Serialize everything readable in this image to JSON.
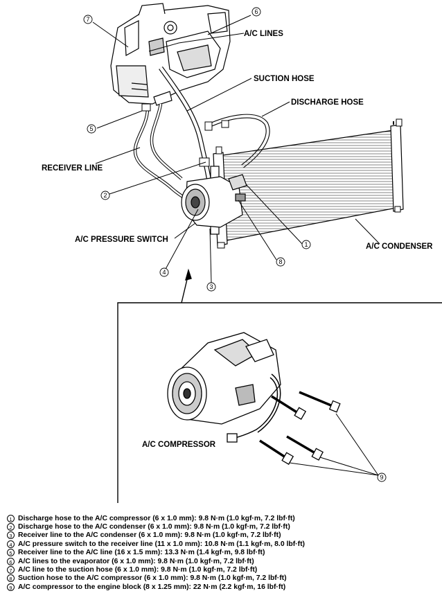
{
  "labels": {
    "ac_lines": "A/C LINES",
    "suction_hose": "SUCTION HOSE",
    "discharge_hose": "DISCHARGE HOSE",
    "receiver_line": "RECEIVER LINE",
    "ac_pressure_switch": "A/C PRESSURE SWITCH",
    "ac_condenser": "A/C CONDENSER",
    "ac_compressor": "A/C COMPRESSOR"
  },
  "callouts": [
    "1",
    "2",
    "3",
    "4",
    "5",
    "6",
    "7",
    "8",
    "9"
  ],
  "legend": [
    {
      "num": "1",
      "text": "Discharge hose to the A/C compressor (6 x 1.0 mm): 9.8 N·m (1.0 kgf·m, 7.2 lbf·ft)"
    },
    {
      "num": "2",
      "text": "Discharge hose to the A/C condenser (6 x 1.0 mm): 9.8 N·m (1.0 kgf·m, 7.2 lbf·ft)"
    },
    {
      "num": "3",
      "text": "Receiver line to the A/C condenser (6 x 1.0 mm): 9.8 N·m (1.0 kgf·m, 7.2 lbf·ft)"
    },
    {
      "num": "4",
      "text": "A/C pressure switch to the receiver line (11 x 1.0 mm): 10.8 N·m (1.1 kgf·m, 8.0 lbf·ft)"
    },
    {
      "num": "5",
      "text": "Receiver line to the A/C line (16 x 1.5 mm): 13.3 N·m (1.4 kgf·m, 9.8 lbf·ft)"
    },
    {
      "num": "6",
      "text": "A/C lines to the evaporator (6 x 1.0 mm): 9.8 N·m (1.0 kgf·m, 7.2 lbf·ft)"
    },
    {
      "num": "7",
      "text": "A/C line to the suction hose (6 x 1.0 mm): 9.8 N·m (1.0 kgf·m, 7.2 lbf·ft)"
    },
    {
      "num": "8",
      "text": "Suction hose to the A/C compressor (6 x 1.0 mm): 9.8 N·m (1.0 kgf·m, 7.2 lbf·ft)"
    },
    {
      "num": "9",
      "text": "A/C compressor to the engine block (8 x 1.25 mm): 22 N·m (2.2 kgf·m, 16 lbf·ft)"
    }
  ]
}
